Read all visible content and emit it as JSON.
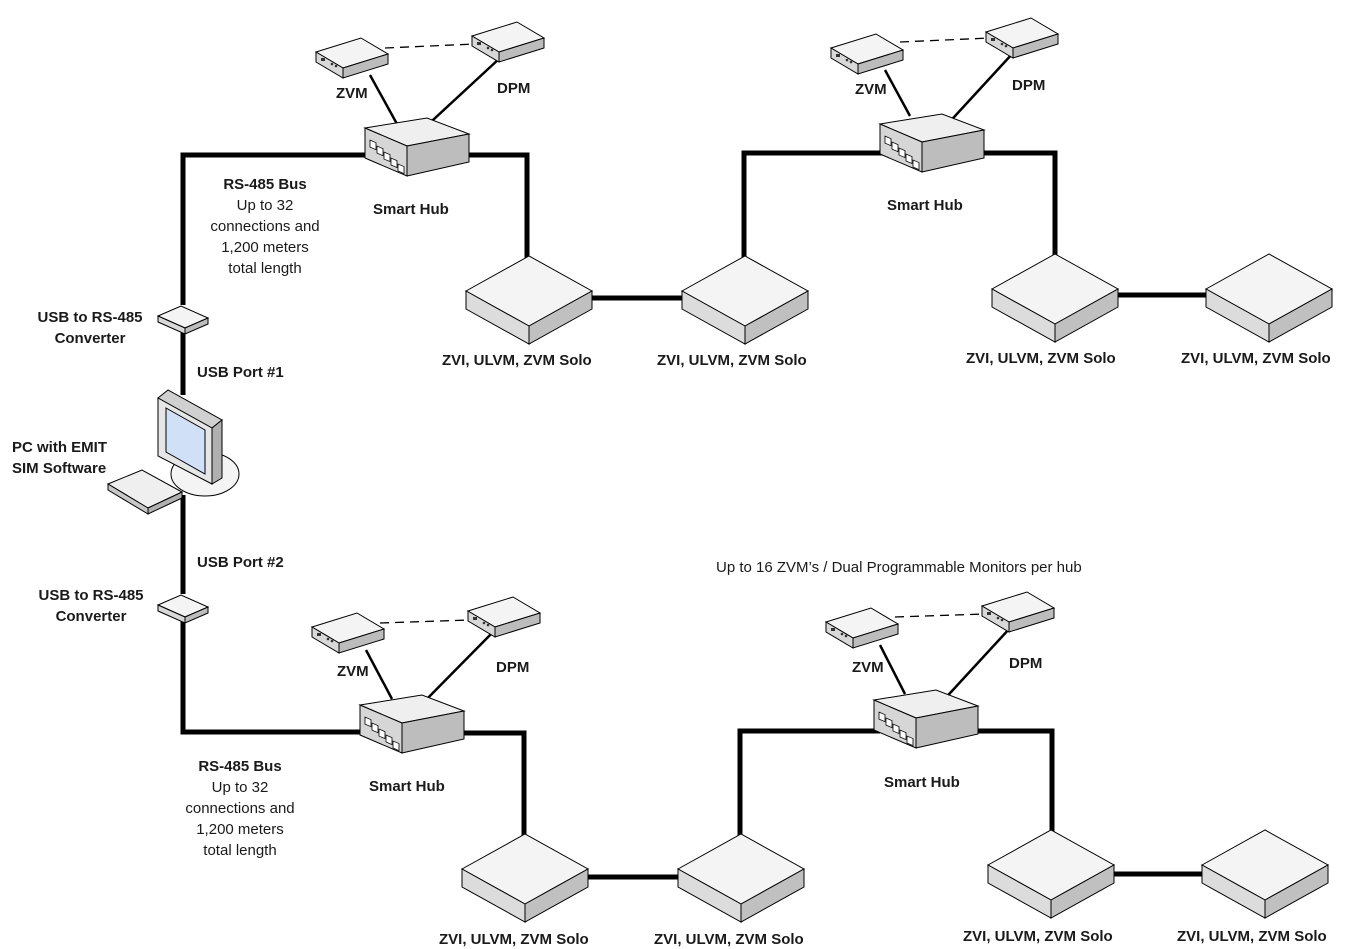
{
  "labels": {
    "zvm": "ZVM",
    "dpm": "DPM",
    "smart_hub": "Smart Hub",
    "device": "ZVI, ULVM, ZVM Solo",
    "pc_line1": "PC with EMIT",
    "pc_line2": "SIM Software",
    "usb_port_1": "USB Port #1",
    "usb_port_2": "USB Port #2",
    "converter_line1": "USB to RS-485",
    "converter_line2": "Converter",
    "bus_title": "RS-485 Bus",
    "bus_line1": "Up to 32",
    "bus_line2": "connections and",
    "bus_line3": "1,200 meters",
    "bus_line4": "total length",
    "note": "Up to 16 ZVM’s / Dual Programmable Monitors per hub"
  },
  "icons": [
    "pc-icon",
    "converter-icon",
    "smart-hub-icon",
    "zvm-device-icon",
    "dpm-device-icon",
    "monitor-device-icon"
  ],
  "colors": {
    "line": "#000000",
    "device_top": "#f4f4f4",
    "device_side": "#c8c8c8",
    "device_front": "#dcdcdc",
    "screen": "#cfe0f7"
  }
}
